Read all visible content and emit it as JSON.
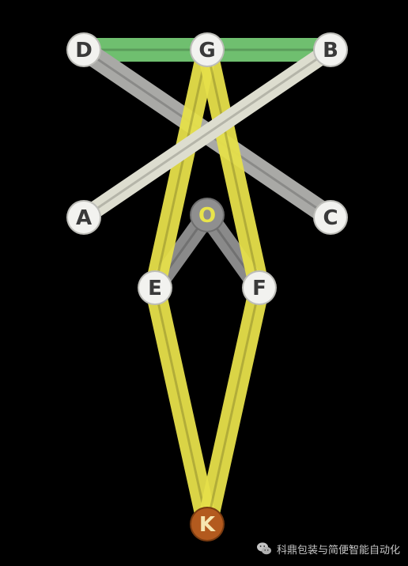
{
  "joints": [
    {
      "id": "D",
      "label": "D",
      "style": "white"
    },
    {
      "id": "G",
      "label": "G",
      "style": "white"
    },
    {
      "id": "B",
      "label": "B",
      "style": "white"
    },
    {
      "id": "A",
      "label": "A",
      "style": "white"
    },
    {
      "id": "C",
      "label": "C",
      "style": "white"
    },
    {
      "id": "O",
      "label": "O",
      "style": "pivot"
    },
    {
      "id": "E",
      "label": "E",
      "style": "white"
    },
    {
      "id": "F",
      "label": "F",
      "style": "white"
    },
    {
      "id": "K",
      "label": "K",
      "style": "output"
    }
  ],
  "links": [
    {
      "from": "D",
      "to": "B",
      "color": "green"
    },
    {
      "from": "D",
      "to": "C",
      "color": "gray"
    },
    {
      "from": "O",
      "to": "E",
      "color": "darkgray"
    },
    {
      "from": "O",
      "to": "F",
      "color": "darkgray"
    },
    {
      "from": "G",
      "to": "E",
      "color": "yellow"
    },
    {
      "from": "G",
      "to": "F",
      "color": "yellow"
    },
    {
      "from": "E",
      "to": "K",
      "color": "yellow"
    },
    {
      "from": "F",
      "to": "K",
      "color": "yellow"
    },
    {
      "from": "B",
      "to": "A",
      "color": "beige"
    }
  ],
  "colors": {
    "background": "#000000",
    "green": "#6fbf6f",
    "gray": "#a9a9a6",
    "darkgray": "#8a8a8a",
    "yellow": "#e6e04a",
    "beige": "#ddddcf",
    "joint_fill": "#f2f2ef",
    "joint_text": "#3a3a3a",
    "pivot_fill": "#8f8f8f",
    "pivot_text": "#e8e44a",
    "output_fill": "#b35a1e",
    "output_text": "#f6e6b0"
  },
  "watermark": {
    "text": "科鼎包装与简便智能自动化",
    "icon": "wechat-icon"
  }
}
